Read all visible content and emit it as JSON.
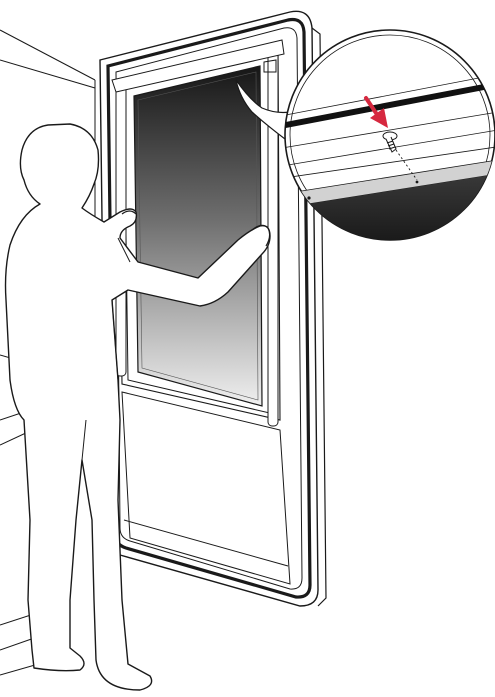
{
  "figure": {
    "description_visible_text": "",
    "elements": {
      "person": "person-silhouette",
      "door": "refrigerator-door",
      "glass_panel": "glass-panel",
      "detail_callout": "zoom-detail-callout",
      "arrow": "red-arrow-icon",
      "screw": "screw-icon"
    }
  },
  "colors": {
    "line": "#1a1a1a",
    "accent_arrow": "#d6283f",
    "glass_dark": "#1c1c1c",
    "glass_light": "#f2f2f2",
    "callout_fill": "#ffffff"
  }
}
